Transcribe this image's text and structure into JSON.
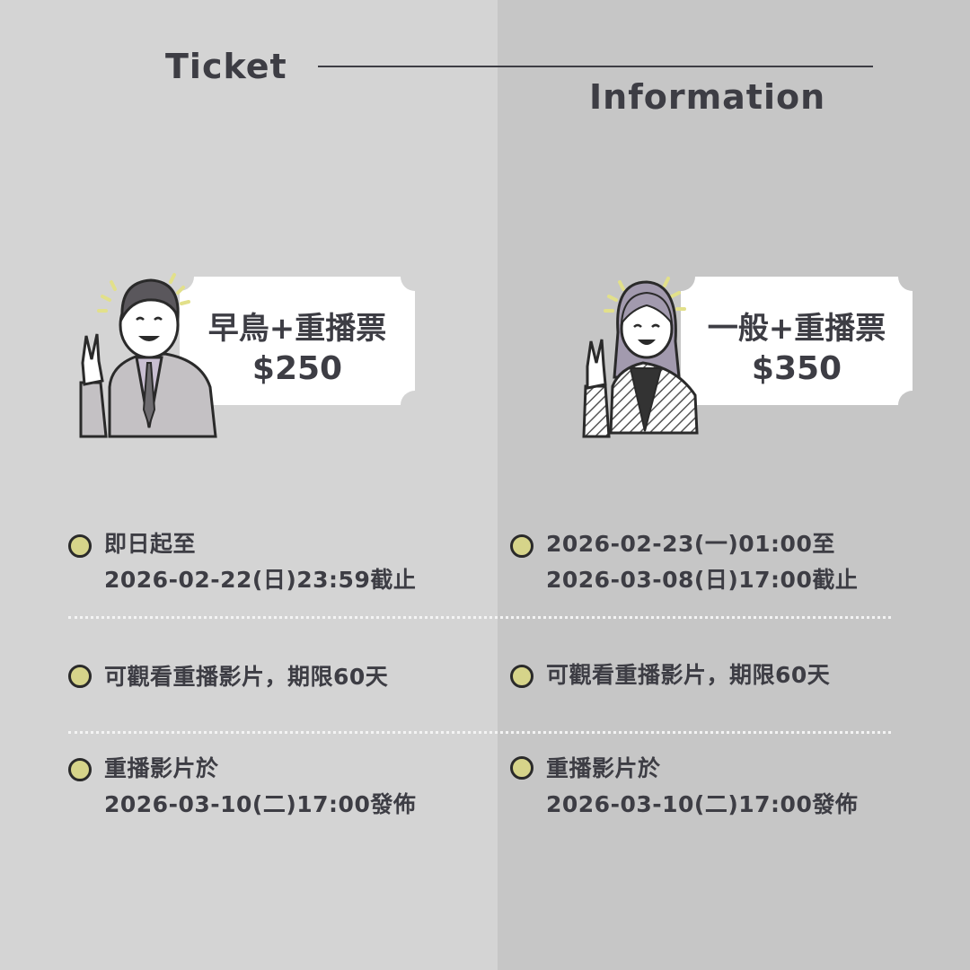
{
  "header": {
    "title_line1": "Ticket",
    "title_line2": "Information"
  },
  "colors": {
    "left_bg": "#d4d4d4",
    "right_bg": "#c6c6c6",
    "text": "#3d3d44",
    "bullet": "#d6d48a"
  },
  "tickets": [
    {
      "name": "早鳥+重播票",
      "price": "$250",
      "figure_icon": "man-victory-sign-illustration"
    },
    {
      "name": "一般+重播票",
      "price": "$350",
      "figure_icon": "woman-victory-sign-illustration"
    }
  ],
  "columns": [
    {
      "items": [
        {
          "line1": "即日起至",
          "line2": "2026-02-22(日)23:59截止"
        },
        {
          "line1": "可觀看重播影片，期限60天"
        },
        {
          "line1": "重播影片於",
          "line2": "2026-03-10(二)17:00發佈"
        }
      ]
    },
    {
      "items": [
        {
          "line1": "2026-02-23(一)01:00至",
          "line2": "2026-03-08(日)17:00截止"
        },
        {
          "line1": "可觀看重播影片，期限60天"
        },
        {
          "line1": "重播影片於",
          "line2": "2026-03-10(二)17:00發佈"
        }
      ]
    }
  ]
}
